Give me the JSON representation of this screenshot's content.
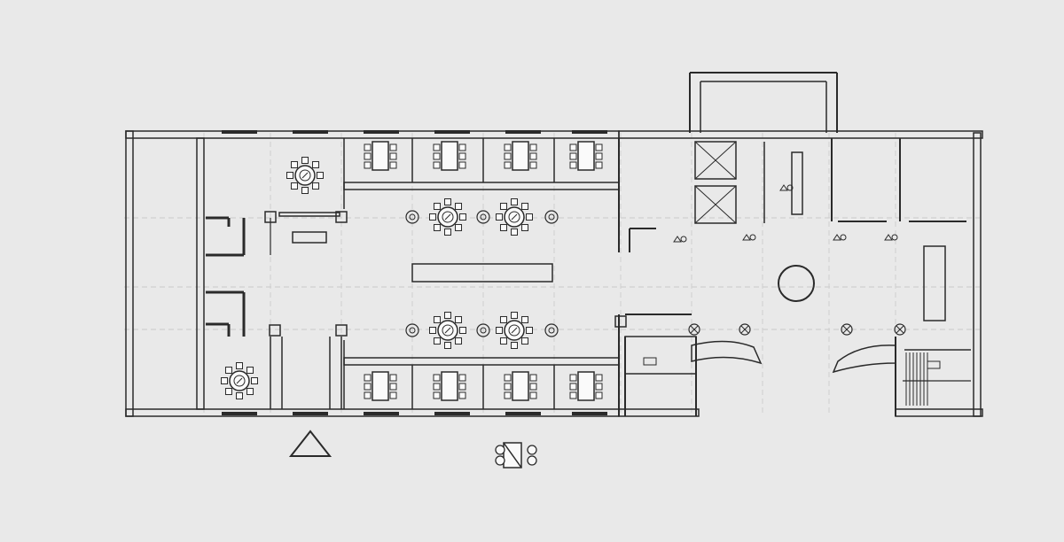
{
  "drawing": {
    "type": "architectural floor plan",
    "background": "#e9e9e9",
    "line_color": "#2a2a2a",
    "wall_fill": "#f4f4f4"
  },
  "labels": {
    "service_room_a": "",
    "service_room_b": ""
  },
  "symbols": {
    "round_tables": 7,
    "rectangular_tables": 9,
    "columns": "circle-column",
    "compass": "triangle-north-arrow",
    "logo": "booth-symbol"
  }
}
